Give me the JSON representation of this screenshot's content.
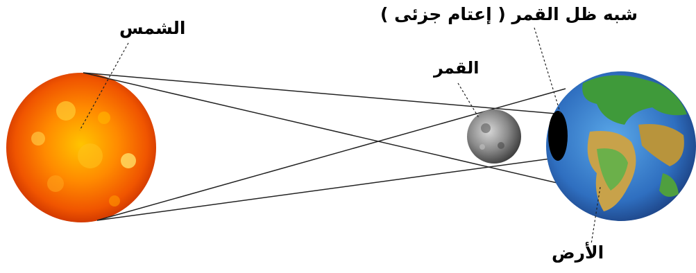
{
  "labels": {
    "sun": "الشمس",
    "penumbra": "شبه ظل القمر ( إعتام جزئى )",
    "moon": "القمر",
    "earth": "الأرض"
  },
  "colors": {
    "sun_core": "#ffb300",
    "sun_edge": "#d83a00",
    "moon": "#8a8a8a",
    "earth_ocean": "#2f6fc0",
    "earth_land": "#3f9a3a",
    "earth_desert": "#c8a24a",
    "shadow": "#000000",
    "rays": "#222222"
  }
}
